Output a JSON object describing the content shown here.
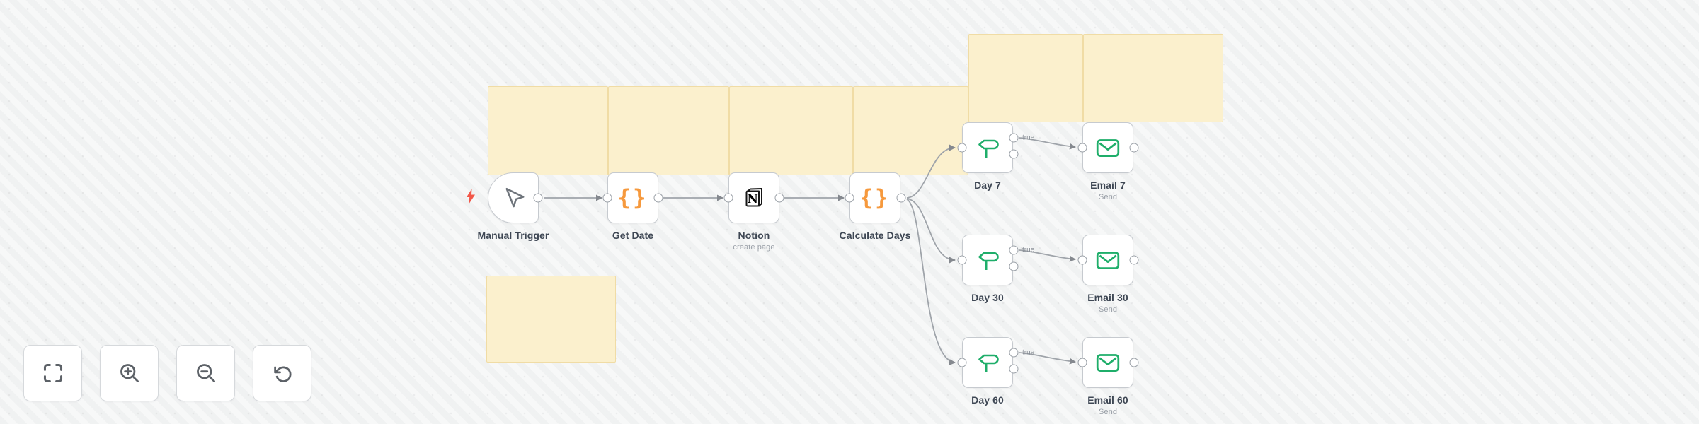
{
  "app": {
    "view": "workflow-canvas"
  },
  "colors": {
    "accent_orange": "#f6993d",
    "accent_green": "#1fae6a",
    "sticky_yellow": "#fbf0cd",
    "edge_gray": "#9fa4aa",
    "alert_red": "#f25749"
  },
  "icons": {
    "code_braces": "{}",
    "notion_letter": "N"
  },
  "connection_label": {
    "true_label": "true"
  },
  "nodes": [
    {
      "id": "manual-trigger",
      "label": "Manual Trigger",
      "subtitle": "",
      "icon": "cursor-icon"
    },
    {
      "id": "get-date",
      "label": "Get Date",
      "subtitle": "",
      "icon": "code-braces-icon"
    },
    {
      "id": "notion",
      "label": "Notion",
      "subtitle": "create page",
      "icon": "notion-icon"
    },
    {
      "id": "calculate-days",
      "label": "Calculate Days",
      "subtitle": "",
      "icon": "code-braces-icon"
    },
    {
      "id": "day-7",
      "label": "Day 7",
      "subtitle": "",
      "icon": "signpost-icon"
    },
    {
      "id": "email-7",
      "label": "Email 7",
      "subtitle": "Send",
      "icon": "email-icon"
    },
    {
      "id": "day-30",
      "label": "Day 30",
      "subtitle": "",
      "icon": "signpost-icon"
    },
    {
      "id": "email-30",
      "label": "Email 30",
      "subtitle": "Send",
      "icon": "email-icon"
    },
    {
      "id": "day-60",
      "label": "Day 60",
      "subtitle": "",
      "icon": "signpost-icon"
    },
    {
      "id": "email-60",
      "label": "Email 60",
      "subtitle": "Send",
      "icon": "email-icon"
    }
  ],
  "toolbar": {
    "buttons": [
      {
        "id": "zoom-to-fit"
      },
      {
        "id": "zoom-in"
      },
      {
        "id": "zoom-out"
      },
      {
        "id": "reset-zoom"
      }
    ]
  }
}
